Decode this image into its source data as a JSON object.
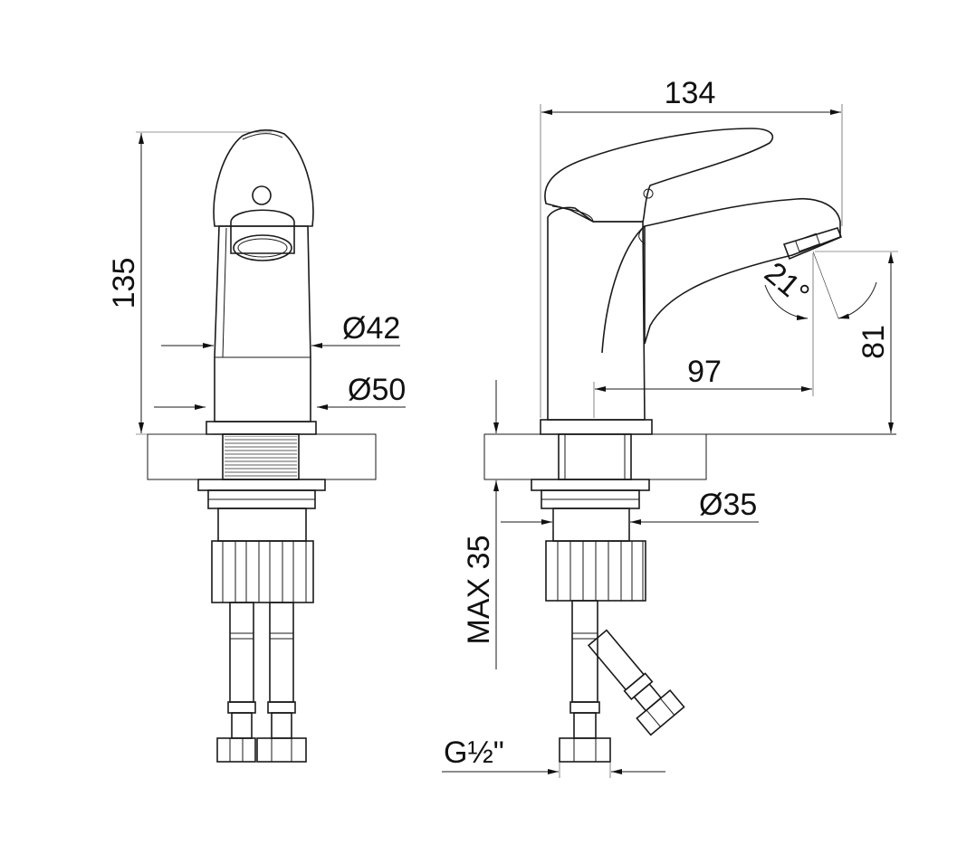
{
  "drawing": {
    "colors": {
      "line": "#1a1a1a",
      "hatch": "#555555",
      "background": "#ffffff"
    },
    "front_view": {
      "height_dim": "135",
      "body_diameter": "Ø42",
      "base_diameter": "Ø50"
    },
    "side_view": {
      "total_length": "134",
      "spout_reach": "97",
      "spout_height": "81",
      "spout_angle": "21°",
      "thread_diameter": "Ø35",
      "max_counter_thickness": "MAX 35",
      "hose_connection": "G½\""
    }
  }
}
